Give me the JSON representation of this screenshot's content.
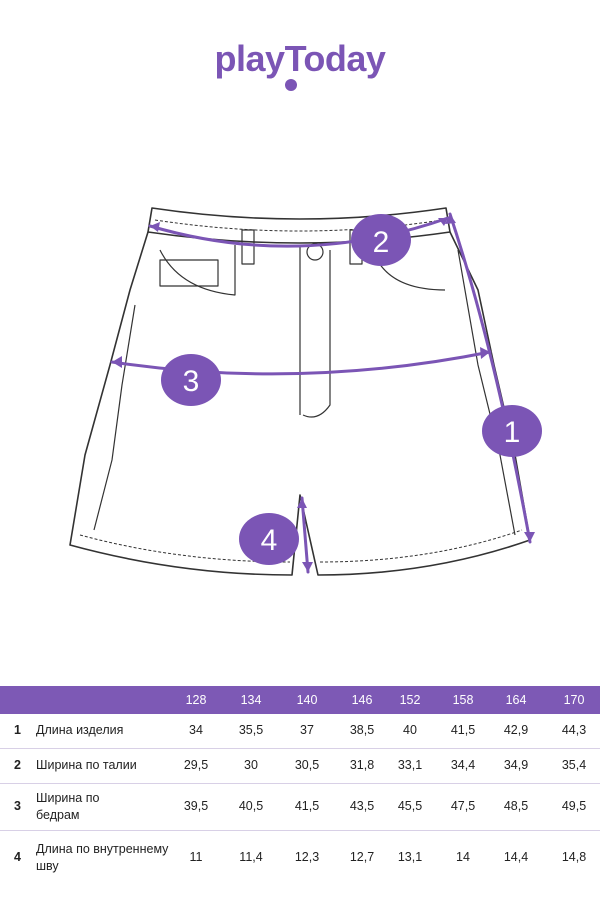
{
  "brand": {
    "logo_text": "playToday",
    "color": "#7b55b5"
  },
  "markers": [
    "1",
    "2",
    "3",
    "4"
  ],
  "table": {
    "sizes": [
      "128",
      "134",
      "140",
      "146",
      "152",
      "158",
      "164",
      "170"
    ],
    "rows": [
      {
        "num": "1",
        "label": "Длина изделия",
        "values": [
          "34",
          "35,5",
          "37",
          "38,5",
          "40",
          "41,5",
          "42,9",
          "44,3"
        ]
      },
      {
        "num": "2",
        "label": "Ширина по талии",
        "values": [
          "29,5",
          "30",
          "30,5",
          "31,8",
          "33,1",
          "34,4",
          "34,9",
          "35,4"
        ]
      },
      {
        "num": "3",
        "label": "Ширина по бедрам",
        "values": [
          "39,5",
          "40,5",
          "41,5",
          "43,5",
          "45,5",
          "47,5",
          "48,5",
          "49,5"
        ]
      },
      {
        "num": "4",
        "label": "Длина по внутреннему шву",
        "values": [
          "11",
          "11,4",
          "12,3",
          "12,7",
          "13,1",
          "14",
          "14,4",
          "14,8"
        ]
      }
    ]
  }
}
